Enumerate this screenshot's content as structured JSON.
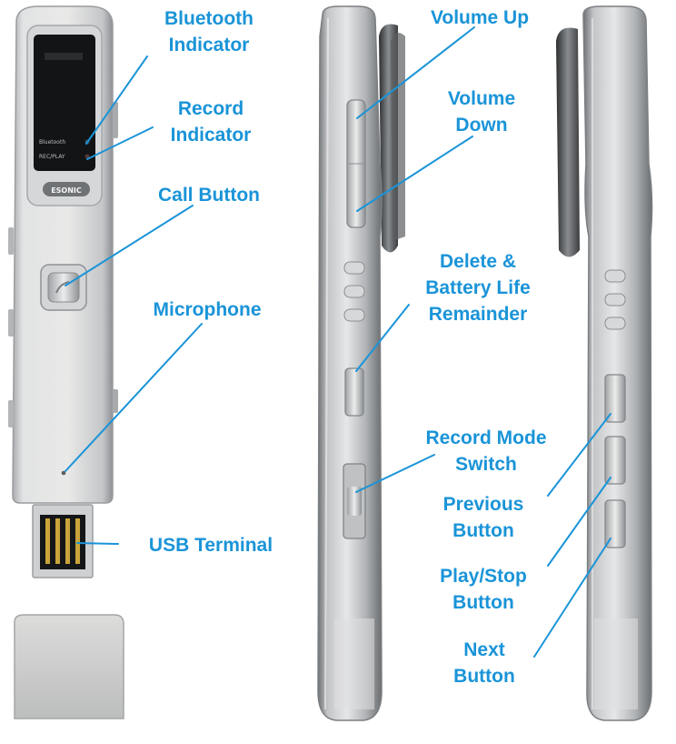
{
  "device": {
    "brand_logo": "ESONIC",
    "screen_bluetooth_text": "Bluetooth",
    "screen_recplay_text": "REC/PLAY"
  },
  "colors": {
    "callout_text": "#1a94d8",
    "leader_line": "#1a94d8",
    "body_silver": "#c9cbcd",
    "body_light": "#eeeeee",
    "screen_black": "#121416"
  },
  "callouts": {
    "bluetooth": {
      "line1": "Bluetooth",
      "line2": "Indicator"
    },
    "record": {
      "line1": "Record",
      "line2": "Indicator"
    },
    "call": {
      "line1": "Call Button"
    },
    "microphone": {
      "line1": "Microphone"
    },
    "usb": {
      "line1": "USB Terminal"
    },
    "volume_up": {
      "line1": "Volume Up"
    },
    "volume_down": {
      "line1": "Volume",
      "line2": "Down"
    },
    "delete": {
      "line1": "Delete &",
      "line2": "Battery Life",
      "line3": "Remainder"
    },
    "record_mode": {
      "line1": "Record Mode",
      "line2": "Switch"
    },
    "previous": {
      "line1": "Previous",
      "line2": "Button"
    },
    "play_stop": {
      "line1": "Play/Stop",
      "line2": "Button"
    },
    "next": {
      "line1": "Next",
      "line2": "Button"
    }
  }
}
